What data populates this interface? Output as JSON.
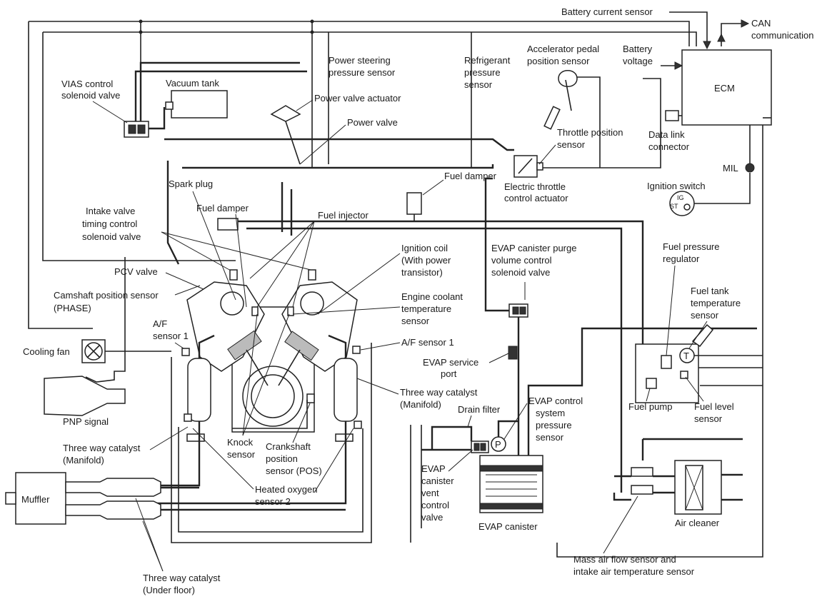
{
  "labels": {
    "battery_current_sensor": "Battery current sensor",
    "can_1": "CAN",
    "can_2": "communication",
    "power_steering_1": "Power steering",
    "power_steering_2": "pressure sensor",
    "refrigerant_1": "Refrigerant",
    "refrigerant_2": "pressure",
    "refrigerant_3": "sensor",
    "accel_pedal_1": "Accelerator pedal",
    "accel_pedal_2": "position sensor",
    "battery_voltage_1": "Battery",
    "battery_voltage_2": "voltage",
    "ecm": "ECM",
    "vias_1": "VIAS control",
    "vias_2": "solenoid valve",
    "vacuum_tank": "Vacuum tank",
    "power_valve_actuator": "Power valve actuator",
    "power_valve": "Power valve",
    "throttle_pos_1": "Throttle position",
    "throttle_pos_2": "sensor",
    "data_link_1": "Data link",
    "data_link_2": "connector",
    "mil": "MIL",
    "fuel_damper_right": "Fuel damper",
    "electric_throttle_1": "Electric throttle",
    "electric_throttle_2": "control actuator",
    "ignition_switch": "Ignition switch",
    "spark_plug": "Spark plug",
    "fuel_damper_left": "Fuel damper",
    "fuel_injector": "Fuel injector",
    "intake_valve_1": "Intake valve",
    "intake_valve_2": "timing control",
    "intake_valve_3": "solenoid valve",
    "ignition_coil_1": "Ignition coil",
    "ignition_coil_2": "(With power",
    "ignition_coil_3": "transistor)",
    "evap_purge_1": "EVAP canister purge",
    "evap_purge_2": "volume control",
    "evap_purge_3": "solenoid valve",
    "fuel_pressure_reg_1": "Fuel pressure",
    "fuel_pressure_reg_2": "regulator",
    "pcv_valve": "PCV valve",
    "camshaft_1": "Camshaft position sensor",
    "camshaft_2": "(PHASE)",
    "coolant_1": "Engine coolant",
    "coolant_2": "temperature",
    "coolant_3": "sensor",
    "fuel_tank_temp_1": "Fuel tank",
    "fuel_tank_temp_2": "temperature",
    "fuel_tank_temp_3": "sensor",
    "af_left_1": "A/F",
    "af_left_2": "sensor 1",
    "af_right": "A/F sensor 1",
    "cooling_fan": "Cooling fan",
    "evap_service_1": "EVAP service",
    "evap_service_2": "port",
    "pnp_signal": "PNP signal",
    "twc_manifold_right_1": "Three way catalyst",
    "twc_manifold_right_2": "(Manifold)",
    "drain_filter": "Drain filter",
    "evap_control_1": "EVAP control",
    "evap_control_2": "system",
    "evap_control_3": "pressure",
    "evap_control_4": "sensor",
    "fuel_pump": "Fuel pump",
    "fuel_level_1": "Fuel level",
    "fuel_level_2": "sensor",
    "knock_1": "Knock",
    "knock_2": "sensor",
    "crankshaft_1": "Crankshaft",
    "crankshaft_2": "position",
    "crankshaft_3": "sensor (POS)",
    "twc_manifold_left_1": "Three way catalyst",
    "twc_manifold_left_2": "(Manifold)",
    "evap_vent_1": "EVAP",
    "evap_vent_2": "canister",
    "evap_vent_3": "vent",
    "evap_vent_4": "control",
    "evap_vent_5": "valve",
    "muffler": "Muffler",
    "heated_o2_1": "Heated oxygen",
    "heated_o2_2": "sensor 2",
    "evap_canister": "EVAP canister",
    "air_cleaner": "Air cleaner",
    "maf_1": "Mass air flow sensor and",
    "maf_2": "intake air temperature sensor",
    "twc_underfloor_1": "Three way catalyst",
    "twc_underfloor_2": "(Under floor)",
    "ign_ig": "IG",
    "ign_st": "ST",
    "purge_p": "P",
    "tank_t": "T"
  },
  "icons": {
    "mil": "engine-warning-icon",
    "cooling_fan": "fan-icon",
    "ignition_switch": "ignition-switch-icon"
  }
}
